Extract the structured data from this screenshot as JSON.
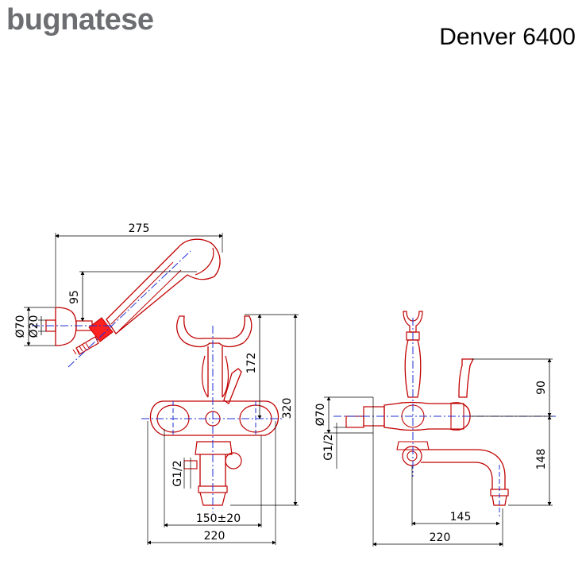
{
  "header": {
    "brand": "bugnatese",
    "model": "Denver 6400"
  },
  "colors": {
    "outline": "#c00000",
    "axis": "#1f2fd6",
    "dimension": "#000000",
    "brand": "#6d6e71"
  },
  "hand_shower_view": {
    "dim_length": "275",
    "dim_offset": "95",
    "dim_diameter_outer": "Ø70",
    "dim_diameter_inner": "Ø20"
  },
  "front_view": {
    "dim_height_total": "320",
    "dim_height_upper": "172",
    "dim_thread": "G1/2",
    "dim_centres": "150±20",
    "dim_width": "220"
  },
  "side_view": {
    "dim_diameter": "Ø70",
    "dim_thread": "G1/2",
    "dim_handle": "90",
    "dim_spout_height": "148",
    "dim_spout_reach": "145",
    "dim_depth": "220"
  }
}
